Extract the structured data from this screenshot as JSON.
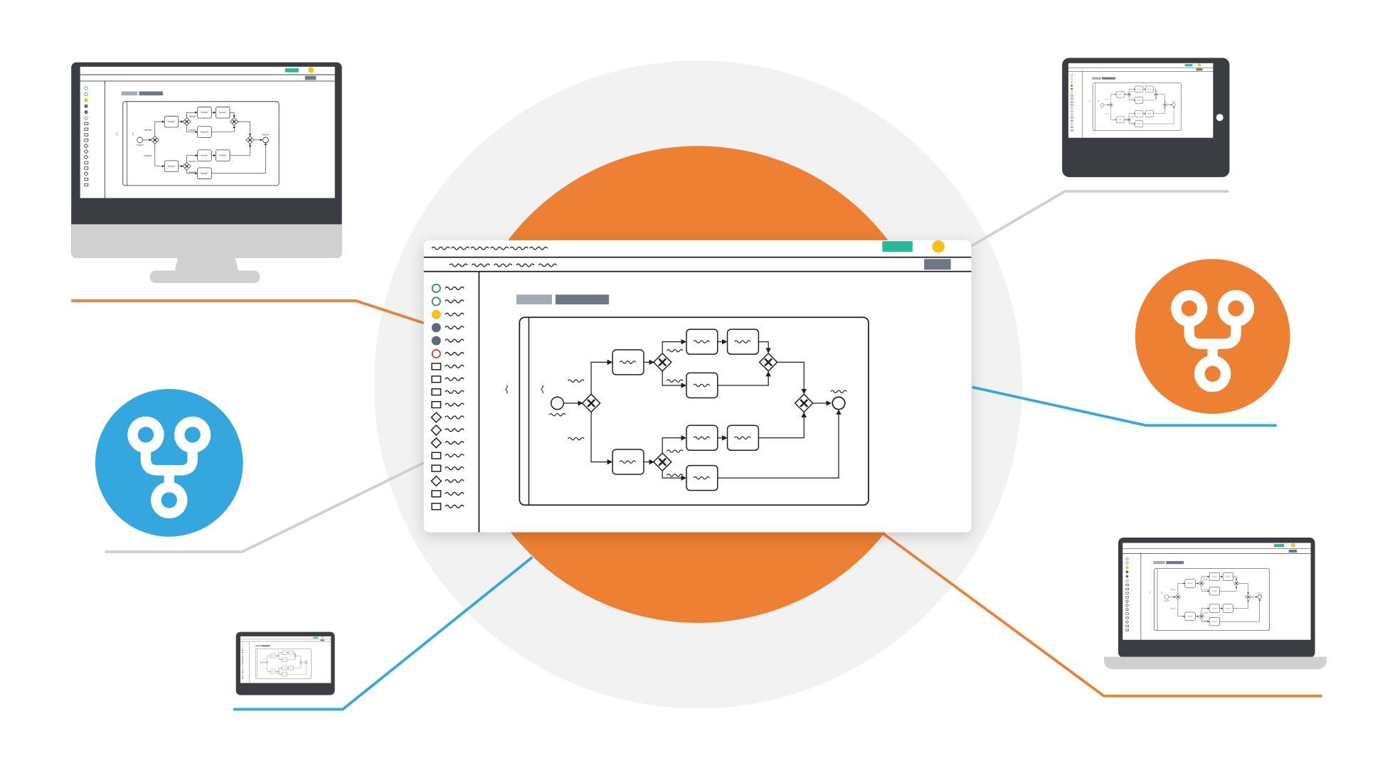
{
  "colors": {
    "orange": "#ED8033",
    "blue": "#35A7DF",
    "halo": "#F2F2F2",
    "device_frame": "#3A3D42",
    "device_stand": "#D0D0D0",
    "lane_gray": "#D0D0D0",
    "teal": "#2DB79A",
    "yellow": "#F9BE1A",
    "slate": "#6E7884",
    "light_slate": "#A2ABB6",
    "diagram_stroke": "#1F1F1F",
    "node_green": "#2E8B57",
    "node_red": "#D33A2C",
    "node_gray": "#5F6A76"
  },
  "icons": {
    "left_badge": "fork-icon",
    "right_badge": "fork-icon",
    "primary_button": "teal-button",
    "avatar": "yellow-dot-avatar"
  },
  "devices": [
    "desktop-monitor",
    "tablet-landscape",
    "laptop",
    "small-tablet"
  ],
  "palette_items": [
    {
      "shape": "circle-start"
    },
    {
      "shape": "circle-start"
    },
    {
      "shape": "circle-yellow"
    },
    {
      "shape": "circle-gray"
    },
    {
      "shape": "circle-gray"
    },
    {
      "shape": "circle-end"
    },
    {
      "shape": "rect"
    },
    {
      "shape": "rect"
    },
    {
      "shape": "rect"
    },
    {
      "shape": "rect"
    },
    {
      "shape": "diamond"
    },
    {
      "shape": "diamond"
    },
    {
      "shape": "diamond"
    },
    {
      "shape": "rect"
    },
    {
      "shape": "rect"
    },
    {
      "shape": "diamond"
    },
    {
      "shape": "rect"
    },
    {
      "shape": "rect"
    }
  ]
}
